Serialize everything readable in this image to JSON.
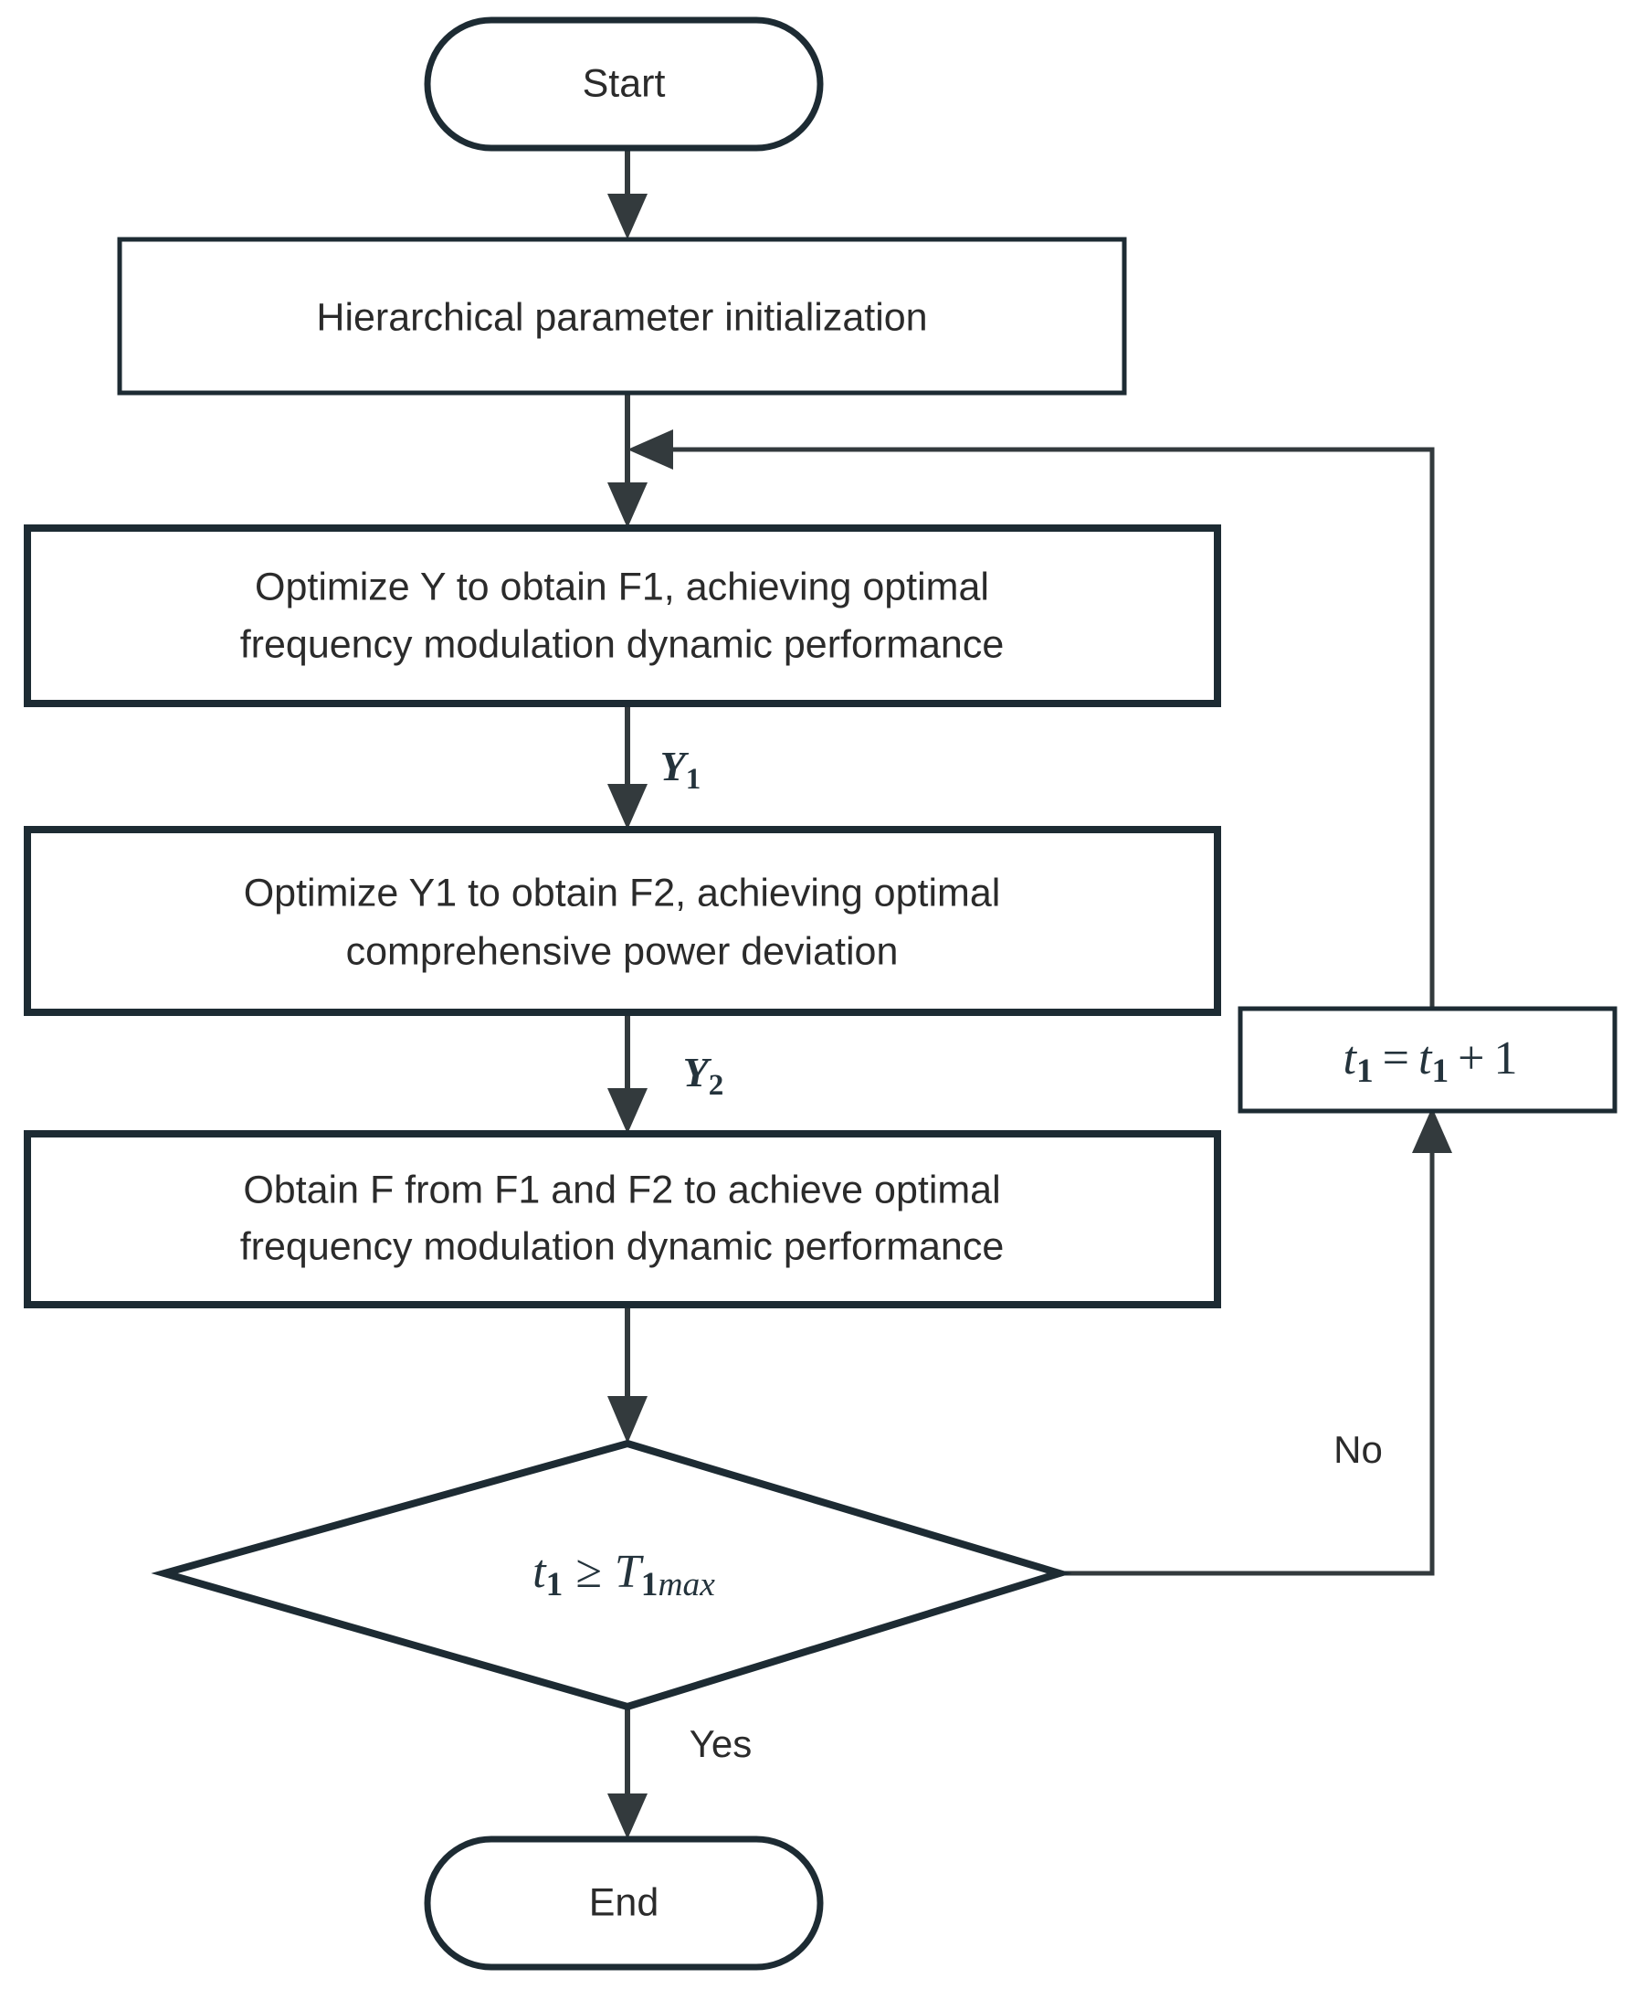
{
  "diagram": {
    "title": "Hierarchical optimization flowchart",
    "background_color": "#ffffff",
    "line_color": "#333a3d",
    "shape_stroke_color": "#1d2b33",
    "text_color": "#2b2b2b"
  },
  "nodes": {
    "start": {
      "label": "Start",
      "type": "terminal"
    },
    "init": {
      "label": "Hierarchical parameter initialization",
      "type": "process"
    },
    "optimize_y": {
      "line1": "Optimize Y to obtain F1, achieving optimal",
      "line2": "frequency modulation dynamic performance",
      "type": "process"
    },
    "optimize_y1": {
      "line1": "Optimize Y1 to obtain F2, achieving optimal",
      "line2": "comprehensive power deviation",
      "type": "process"
    },
    "obtain_f": {
      "line1": "Obtain F from F1 and F2 to achieve optimal",
      "line2": "frequency modulation dynamic performance",
      "type": "process"
    },
    "decision": {
      "label": "t1 >= T1max",
      "var": "t",
      "var_sub": "1",
      "operator": "≥",
      "limit": "T",
      "limit_sub_num": "1",
      "limit_sub_text": "max",
      "type": "decision"
    },
    "counter": {
      "label": "t1 = t1 + 1",
      "var": "t",
      "var_sub": "1",
      "equals": "=",
      "plus": "+",
      "increment": "1",
      "type": "process"
    },
    "end": {
      "label": "End",
      "type": "terminal"
    }
  },
  "edge_labels": {
    "y1": {
      "var": "Y",
      "sub": "1"
    },
    "y2": {
      "var": "Y",
      "sub": "2"
    },
    "no": "No",
    "yes": "Yes"
  }
}
